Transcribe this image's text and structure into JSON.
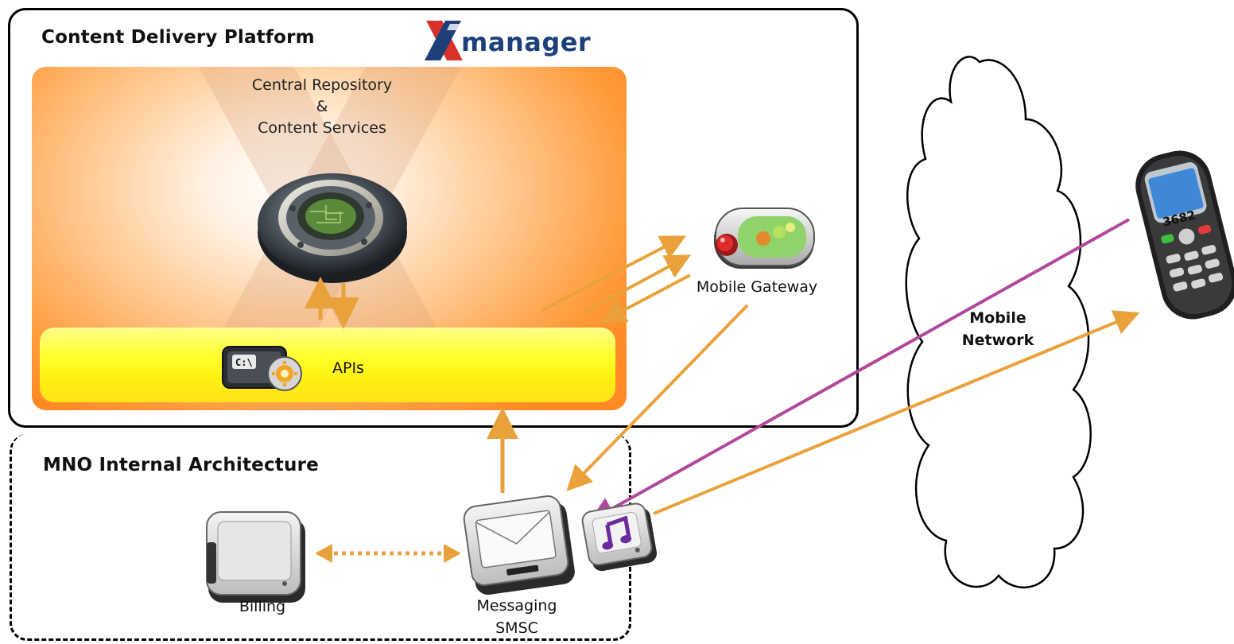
{
  "platform": {
    "title": "Content Delivery Platform",
    "logo_text": "manager",
    "repository_label_line1": "Central Repository",
    "repository_label_line2": "&",
    "repository_label_line3": "Content Services",
    "apis_label": "APIs"
  },
  "gateway": {
    "label": "Mobile Gateway"
  },
  "mno": {
    "title": "MNO Internal Architecture",
    "billing_label": "Billing",
    "messaging_label_line1": "Messaging",
    "messaging_label_line2": "SMSC"
  },
  "network": {
    "label_line1": "Mobile",
    "label_line2": "Network"
  },
  "phone": {
    "screen_text": "3682"
  },
  "colors": {
    "arrow": "#e9a23b",
    "sms_arrow": "#b0489b",
    "panel_orange": "#ff8a24",
    "apis_yellow": "#ffff2a",
    "logo_blue": "#1d3f7a",
    "logo_red": "#d8322a"
  },
  "icons": {
    "repository": "hard-disk-icon",
    "apis": "terminal-gear-icon",
    "gateway": "capsule-status-icon",
    "billing": "drive-icon",
    "messaging": "envelope-icon",
    "content": "music-note-icon",
    "phone": "mobile-phone-icon"
  }
}
